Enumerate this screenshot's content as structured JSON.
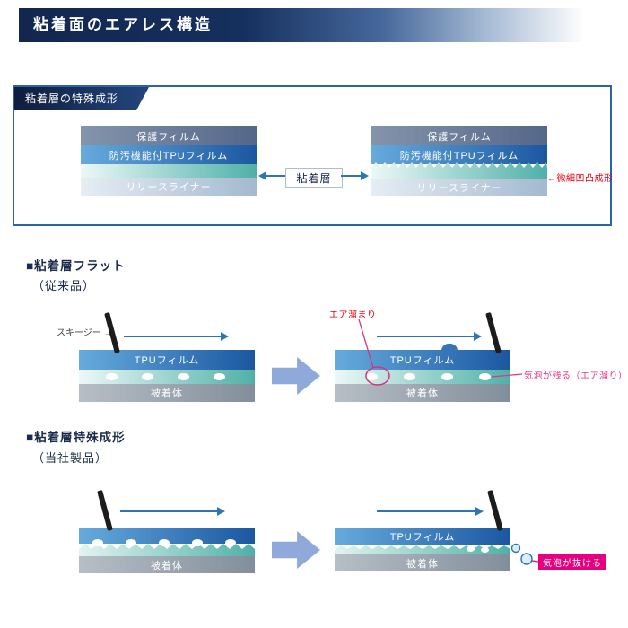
{
  "header": {
    "title": "粘着面のエアレス構造"
  },
  "top_box": {
    "label": "粘着層の特殊成形",
    "layers": [
      "保護フィルム",
      "防汚機能付TPUフィルム",
      "リリースライナー"
    ],
    "adhesive_label": "粘着層",
    "texture_note": "←微細凹凸成形"
  },
  "flat": {
    "heading": "■粘着層フラット",
    "subheading": "（従来品）",
    "squeegee_label": "スキージー →",
    "tpu": "TPUフィルム",
    "base": "被着体",
    "air_pocket": "エア溜まり",
    "remain_note": "気泡が残る（エア溜り）"
  },
  "molded": {
    "heading": "■粘着層特殊成形",
    "subheading": "（当社製品）",
    "tpu": "TPUフィルム",
    "base": "被着体",
    "escape_note": "気泡が抜ける"
  },
  "colors": {
    "navy": "#14244d",
    "box_border": "#2f63a8",
    "thin_arrow": "#2e75b6",
    "block_arrow": "#8fa9da",
    "teal": "#4fb0a8",
    "red": "#e60012",
    "pink": "#e4007f"
  }
}
